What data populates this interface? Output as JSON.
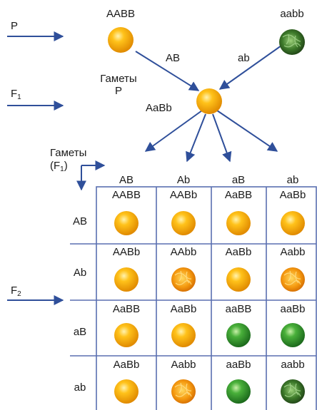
{
  "generations": {
    "p": "P",
    "f1_main": "F",
    "f1_sub": "1",
    "f2_main": "F",
    "f2_sub": "2"
  },
  "parents": {
    "left": "AABB",
    "right": "aabb"
  },
  "gametes_p": {
    "title_line1": "Гаметы",
    "title_line2": "P",
    "left": "AB",
    "right": "ab"
  },
  "f1_genotype": "AaBb",
  "gametes_f1": {
    "line1": "Гаметы",
    "line2_open": "(F",
    "line2_sub": "1",
    "line2_close": ")"
  },
  "punnett": {
    "columns": [
      "AB",
      "Ab",
      "aB",
      "ab"
    ],
    "rows": [
      "AB",
      "Ab",
      "aB",
      "ab"
    ],
    "cells": [
      [
        "AABB",
        "AABb",
        "AaBB",
        "AaBb"
      ],
      [
        "AABb",
        "AAbb",
        "AaBb",
        "Aabb"
      ],
      [
        "AaBB",
        "AaBb",
        "aaBB",
        "aaBb"
      ],
      [
        "AaBb",
        "Aabb",
        "aaBb",
        "aabb"
      ]
    ],
    "phenotypes": [
      [
        "yellow-smooth",
        "yellow-smooth",
        "yellow-smooth",
        "yellow-smooth"
      ],
      [
        "yellow-smooth",
        "yellow-wrinkled",
        "yellow-smooth",
        "yellow-wrinkled"
      ],
      [
        "yellow-smooth",
        "yellow-smooth",
        "green-smooth",
        "green-smooth"
      ],
      [
        "yellow-smooth",
        "yellow-wrinkled",
        "green-smooth",
        "green-wrinkled"
      ]
    ]
  },
  "colors": {
    "arrow": "#2f4f9a",
    "grid": "#5a6fb0",
    "yellow": "#f7a800",
    "green": "#2e8b2e",
    "dark_green": "#2f5e22",
    "wrinkled_yellow": "#f08a10"
  }
}
